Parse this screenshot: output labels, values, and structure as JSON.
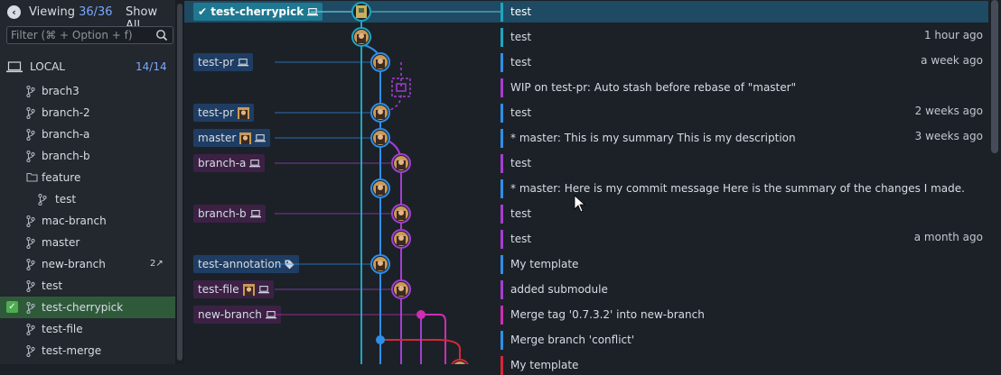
{
  "sidebar": {
    "viewing_label": "Viewing",
    "viewing_count": "36/36",
    "show_all": "Show All",
    "filter_placeholder": "Filter (⌘ + Option + f)",
    "local_label": "LOCAL",
    "local_count": "14/14",
    "branches": [
      {
        "label": "brach3"
      },
      {
        "label": "branch-2"
      },
      {
        "label": "branch-a"
      },
      {
        "label": "branch-b"
      },
      {
        "label": "feature",
        "folder": true
      },
      {
        "label": "test",
        "indent": true
      },
      {
        "label": "mac-branch"
      },
      {
        "label": "master"
      },
      {
        "label": "new-branch",
        "extra": "2↗"
      },
      {
        "label": "test"
      },
      {
        "label": "test-cherrypick",
        "active": true
      },
      {
        "label": "test-file"
      },
      {
        "label": "test-merge"
      }
    ]
  },
  "commits": [
    {
      "ref": "test-cherrypick",
      "ref_style": "sel",
      "ref_icons": [
        "laptop"
      ],
      "message": "test",
      "time": ""
    },
    {
      "ref": "",
      "message": "test",
      "time": "1 hour ago"
    },
    {
      "ref": "test-pr",
      "ref_style": "blue",
      "ref_icons": [
        "laptop"
      ],
      "message": "test",
      "time": "a week ago"
    },
    {
      "ref": "",
      "message": "WIP on test-pr: Auto stash before rebase of \"master\"",
      "time": ""
    },
    {
      "ref": "test-pr",
      "ref_style": "blue",
      "ref_icons": [
        "avatar"
      ],
      "message": "test",
      "time": "2 weeks ago"
    },
    {
      "ref": "master",
      "ref_style": "blue",
      "ref_icons": [
        "avatar",
        "laptop"
      ],
      "message": "* master: This is my summary This is my description",
      "time": "3 weeks ago"
    },
    {
      "ref": "branch-a",
      "ref_style": "purple",
      "ref_icons": [
        "laptop"
      ],
      "message": "test",
      "time": ""
    },
    {
      "ref": "",
      "message": "* master: Here is my commit message Here is the summary of the changes I made.",
      "time": ""
    },
    {
      "ref": "branch-b",
      "ref_style": "purple",
      "ref_icons": [
        "laptop"
      ],
      "message": "test",
      "time": ""
    },
    {
      "ref": "",
      "message": "test",
      "time": "a month ago"
    },
    {
      "ref": "test-annotation",
      "ref_style": "blue",
      "ref_icons": [
        "tag"
      ],
      "message": "My template",
      "time": ""
    },
    {
      "ref": "test-file",
      "ref_style": "purple",
      "ref_icons": [
        "avatar",
        "laptop"
      ],
      "message": "added submodule",
      "time": ""
    },
    {
      "ref": "new-branch",
      "ref_style": "purple",
      "ref_icons": [
        "laptop"
      ],
      "message": "Merge tag '0.7.3.2' into new-branch",
      "time": ""
    },
    {
      "ref": "",
      "message": "Merge branch 'conflict'",
      "time": ""
    },
    {
      "ref": "",
      "message": "My template",
      "time": ""
    }
  ],
  "colors": {
    "lane_teal": "#1fa5c2",
    "lane_blue": "#2f8ee8",
    "lane_purple": "#a43fd0",
    "lane_magenta": "#cc2fb0",
    "lane_red": "#d4283a",
    "selected_row": "#1e4a63",
    "active_branch": "#2f5a3a",
    "count_accent": "#79a7ff"
  }
}
